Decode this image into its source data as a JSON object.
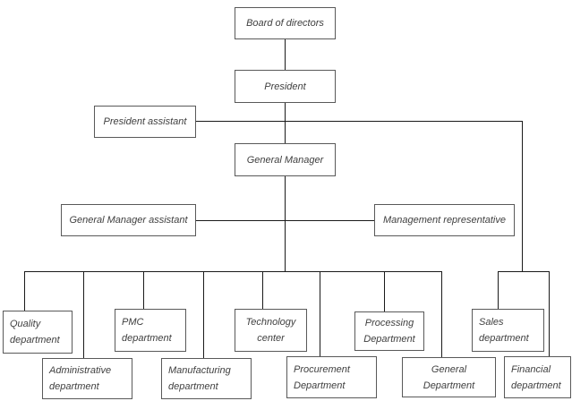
{
  "nodes": {
    "board_of_directors": {
      "label": "Board of directors"
    },
    "president": {
      "label": "President"
    },
    "president_assistant": {
      "label": "President assistant"
    },
    "general_manager": {
      "label": "General Manager"
    },
    "general_manager_assistant": {
      "label": "General Manager assistant"
    },
    "management_representative": {
      "label": "Management representative"
    },
    "quality": {
      "line1": "Quality",
      "line2": "department"
    },
    "administrative": {
      "line1": "Administrative",
      "line2": "department"
    },
    "pmc": {
      "line1": "PMC",
      "line2": "department"
    },
    "manufacturing": {
      "line1": "Manufacturing",
      "line2": "department"
    },
    "technology": {
      "line1": "Technology",
      "line2": "center"
    },
    "procurement": {
      "line1": "Procurement",
      "line2": "Department"
    },
    "processing": {
      "line1": "Processing",
      "line2": "Department"
    },
    "general": {
      "line1": "General",
      "line2": "Department"
    },
    "sales": {
      "line1": "Sales",
      "line2": "department"
    },
    "financial": {
      "line1": "Financial",
      "line2": "department"
    }
  },
  "colors": {
    "background": "#ffffff",
    "box_fill": "#ffffff",
    "box_border": "#595959",
    "connector_line": "#1a1a1a",
    "text": "#404040"
  }
}
